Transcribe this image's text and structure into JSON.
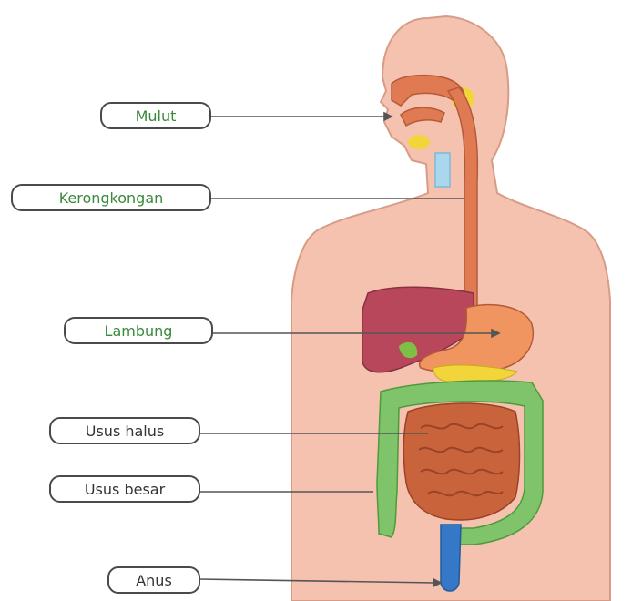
{
  "colors": {
    "skin": "#f5c2b0",
    "skin_outline": "#d79c88",
    "digestive_tract": "#e07a52",
    "liver": "#b8475c",
    "pancreas": "#f2d53a",
    "small_intestine": "#c9633c",
    "large_intestine": "#7fc36a",
    "rectum_anus": "#3578c8",
    "trachea": "#a9d8ee",
    "label_text_accent": "#3a8a3a",
    "label_text_plain": "#333333",
    "pointer_line": "#555555"
  },
  "labels": [
    {
      "id": "mulut",
      "text": "Mulut",
      "color": "#3a8a3a"
    },
    {
      "id": "kerongkongan",
      "text": "Kerongkongan",
      "color": "#3a8a3a"
    },
    {
      "id": "lambung",
      "text": "Lambung",
      "color": "#3a8a3a"
    },
    {
      "id": "usus-halus",
      "text": "Usus halus",
      "color": "#333333"
    },
    {
      "id": "usus-besar",
      "text": "Usus besar",
      "color": "#333333"
    },
    {
      "id": "anus",
      "text": "Anus",
      "color": "#333333"
    }
  ]
}
